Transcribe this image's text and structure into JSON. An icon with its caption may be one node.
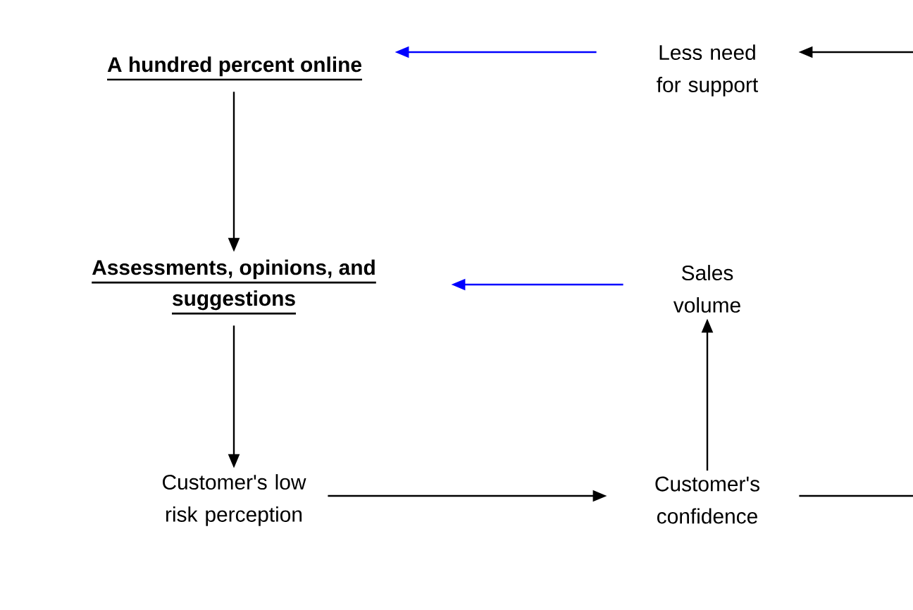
{
  "diagram": {
    "nodes": [
      {
        "text": [
          "A hundred percent online"
        ]
      },
      {
        "text": [
          "Less need for support"
        ]
      },
      {
        "text": [
          "Assessments, opinions, and suggestions"
        ]
      },
      {
        "text": [
          "Sales volume"
        ]
      },
      {
        "text": [
          "Customer's low risk perception"
        ]
      },
      {
        "text": [
          "Customer's confidence"
        ]
      }
    ],
    "edges": [
      {
        "from": null,
        "to": 1,
        "arrow": "to"
      },
      {
        "from": 1,
        "to": 0,
        "arrow": "to",
        "color": "#0000ff"
      },
      {
        "from": 0,
        "to": 2,
        "arrow": "to"
      },
      {
        "from": 3,
        "to": 2,
        "arrow": "to",
        "color": "#0000ff"
      },
      {
        "from": 2,
        "to": 4,
        "arrow": "to"
      },
      {
        "from": 4,
        "to": 5,
        "arrow": "to"
      },
      {
        "from": 5,
        "to": 3,
        "arrow": "to"
      },
      {
        "from": 5,
        "to": null,
        "arrow": "none"
      }
    ]
  }
}
